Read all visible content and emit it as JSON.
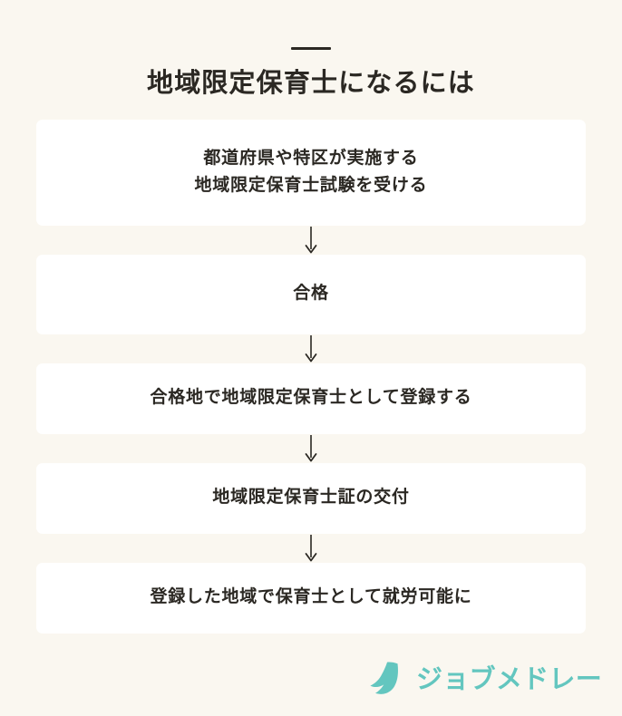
{
  "header": {
    "divider": "horizontal-rule",
    "title": "地域限定保育士になるには"
  },
  "flow": {
    "arrow_glyph": "↓",
    "steps": [
      {
        "id": "step-1",
        "text": "都道府県や特区が実施する\n地域限定保育士試験を受ける",
        "size": "tall"
      },
      {
        "id": "step-2",
        "text": "合格",
        "size": "std"
      },
      {
        "id": "step-3",
        "text": "合格地で地域限定保育士として登録する",
        "size": "mid"
      },
      {
        "id": "step-4",
        "text": "地域限定保育士証の交付",
        "size": "mid"
      },
      {
        "id": "step-5",
        "text": "登録した地域で保育士として就労可能に",
        "size": "mid"
      }
    ]
  },
  "logo": {
    "mark_name": "crescent-j-mark",
    "text": "ジョブメドレー",
    "color": "#63c6bf"
  },
  "colors": {
    "background": "#faf7f0",
    "box": "#ffffff",
    "text": "#2b2823",
    "accent": "#63c6bf"
  }
}
